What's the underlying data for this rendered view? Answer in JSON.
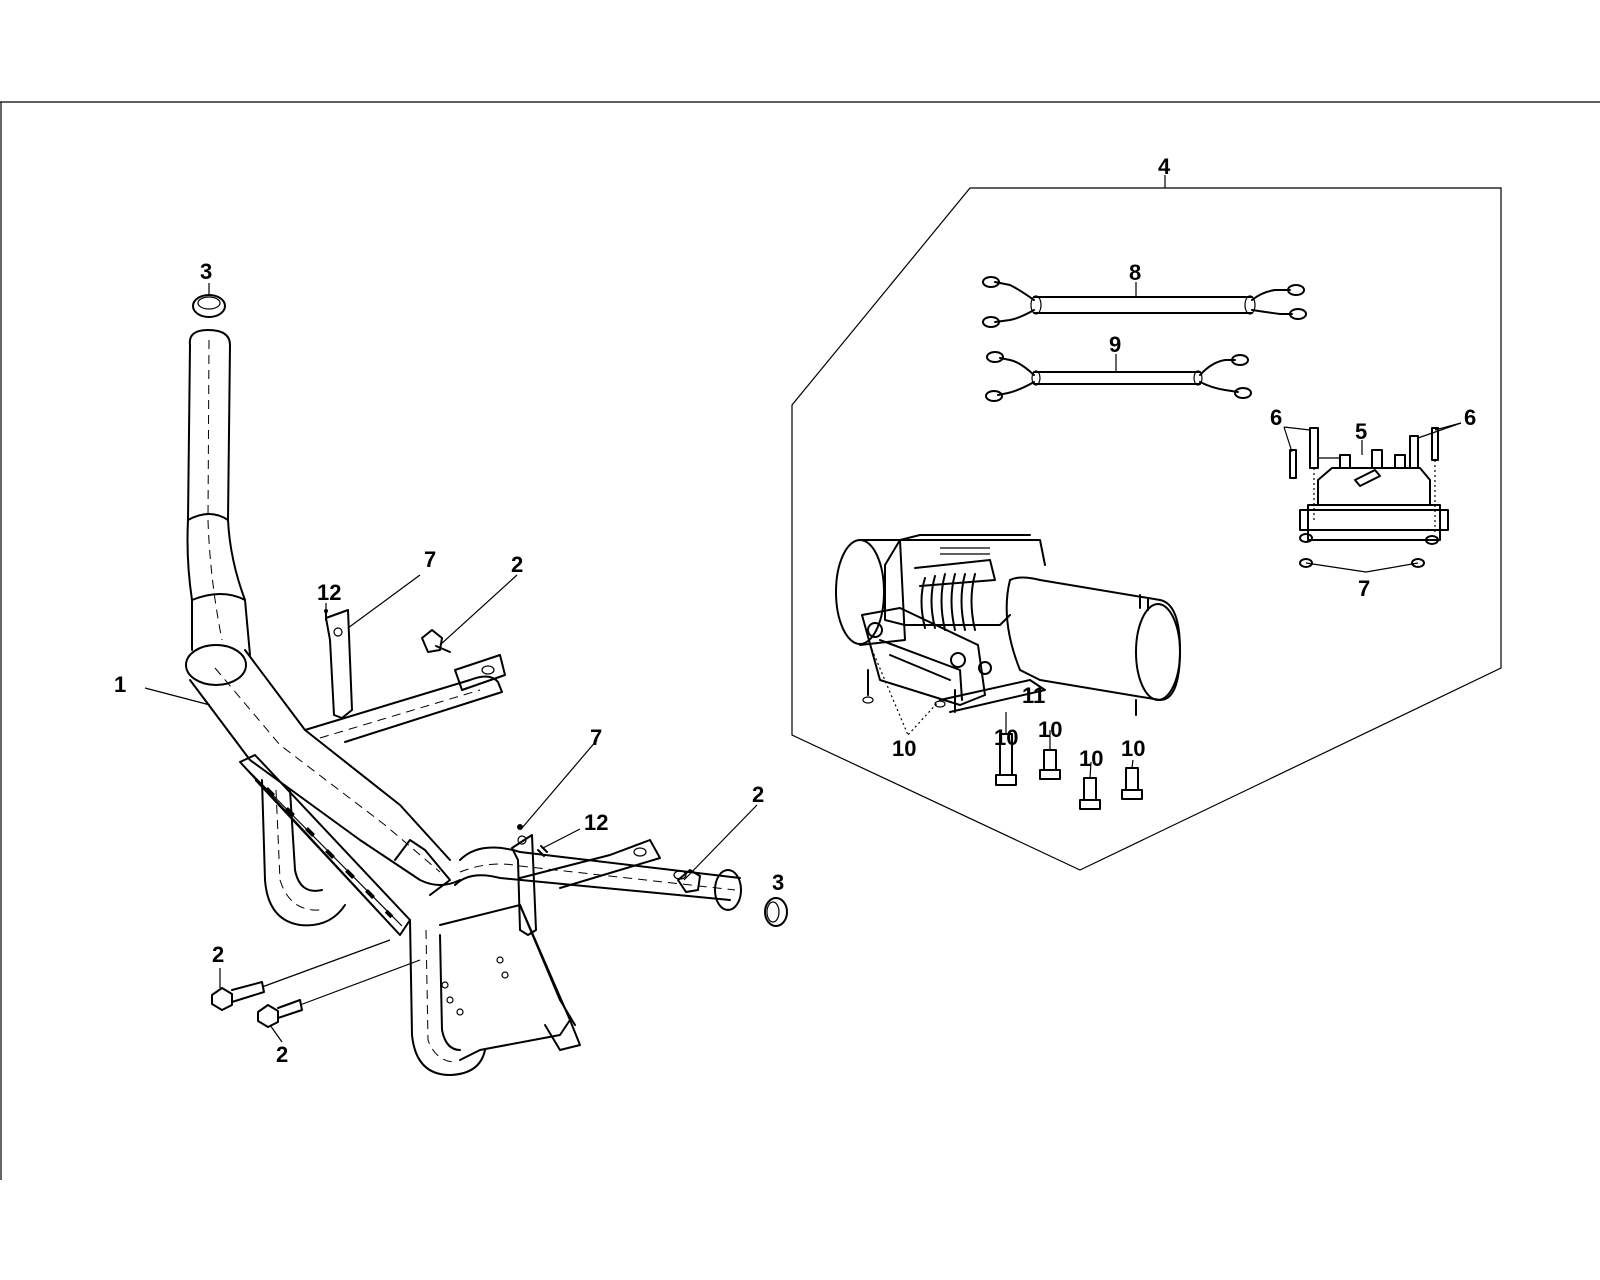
{
  "diagram": {
    "callouts": {
      "tube_end_cap_top": "3",
      "tube_end_cap_right": "3",
      "bumper_frame": "1",
      "bolt_upper": "2",
      "bolt_right": "2",
      "bolt_lower_left": "2",
      "bolt_lower_mid": "2",
      "bracket_left": "7",
      "bracket_right": "7",
      "screw_left": "12",
      "screw_right": "12",
      "winch_kit": "4",
      "cable_upper": "8",
      "cable_lower": "9",
      "control_box": "5",
      "pin_left": "6",
      "pin_right": "6",
      "box_feet": "7",
      "winch_bolts": "10",
      "bolt_a": "10",
      "bolt_b": "10",
      "bolt_c": "10",
      "bolt_d": "10",
      "winch_plate": "11"
    }
  }
}
